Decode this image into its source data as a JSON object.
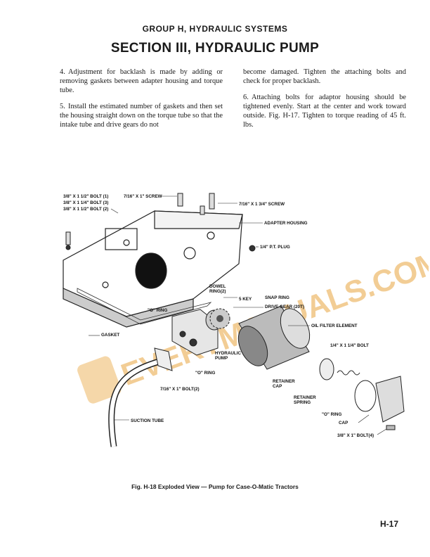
{
  "header": {
    "group": "GROUP H, HYDRAULIC SYSTEMS",
    "section": "SECTION III, HYDRAULIC PUMP"
  },
  "left_column": [
    {
      "num": "4.",
      "text": "Adjustment for backlash is made by adding or removing gaskets between adapter housing and torque tube."
    },
    {
      "num": "5.",
      "text": "Install the estimated number of gaskets and then set the housing straight down on the torque tube so that the intake tube and drive gears do not"
    }
  ],
  "right_column": [
    {
      "num": "",
      "text": "become damaged. Tighten the attaching bolts and check for proper backlash."
    },
    {
      "num": "6.",
      "text": "Attaching bolts for adaptor housing should be tightened evenly. Start at the center and work toward outside. Fig. H-17. Tighten to torque reading of 45 ft. lbs."
    }
  ],
  "figure": {
    "labels": {
      "bolts_group": [
        "3/8\" X 1 1/2\" BOLT (1)",
        "3/8\" X 1 1/4\" BOLT (3)",
        "3/8\" X 1 1/2\" BOLT (2)"
      ],
      "screw_1": "7/16\" X 1\" SCREW",
      "screw_2": "7/16\" X 1 3/4\" SCREW",
      "adapter_housing": "ADAPTER HOUSING",
      "pt_plug": "1/4\" P.T. PLUG",
      "dowel_ring": [
        "DOWEL",
        "RING(2)"
      ],
      "key": "5 KEY",
      "snap_ring": "SNAP RING",
      "drive_gear": "DRIVE GEAR (20T)",
      "o_ring_1": "\"O\" RING",
      "oil_filter": "OIL FILTER ELEMENT",
      "gasket": "GASKET",
      "hydraulic_pump": [
        "HYDRAULIC",
        "PUMP"
      ],
      "bolt_small": "1/4\" X 1 1/4\" BOLT",
      "o_ring_2": "\"O\" RING",
      "retainer_cap": [
        "RETAINER",
        "CAP"
      ],
      "bolt_2": "7/16\" X 1\" BOLT(2)",
      "retainer_spring": [
        "RETAINER",
        "SPRING"
      ],
      "o_ring_3": "\"O\" RING",
      "suction_tube": "SUCTION TUBE",
      "cap": "CAP",
      "bolt_4": "3/8\" X 1\" BOLT(4)"
    },
    "watermark": "EVERYMANUALS.COM",
    "watermark_color": "#e9a640"
  },
  "caption": "Fig. H-18    Exploded View — Pump for Case-O-Matic Tractors",
  "page_number": "H-17"
}
